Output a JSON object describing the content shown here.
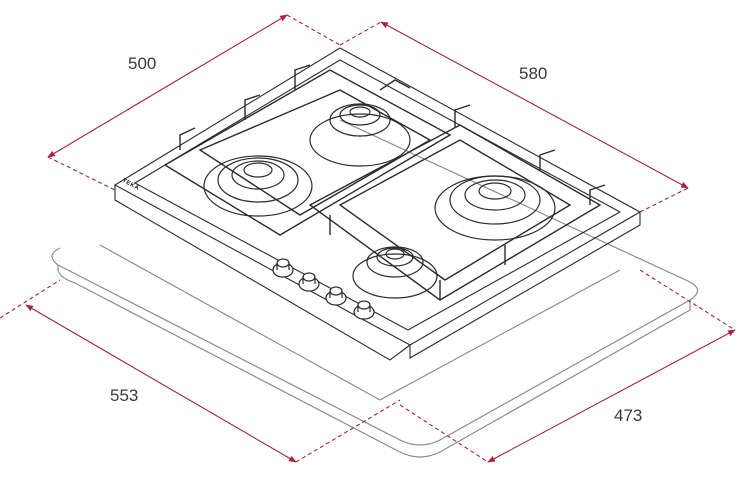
{
  "dimensions": {
    "top_left": "500",
    "top_right": "580",
    "bottom_left": "553",
    "bottom_right": "473"
  },
  "brand_text": "TEKA",
  "colors": {
    "dimension_line": "#a3263a",
    "drawing_line": "#2b2b2b",
    "countertop": "#8c8c8c"
  }
}
